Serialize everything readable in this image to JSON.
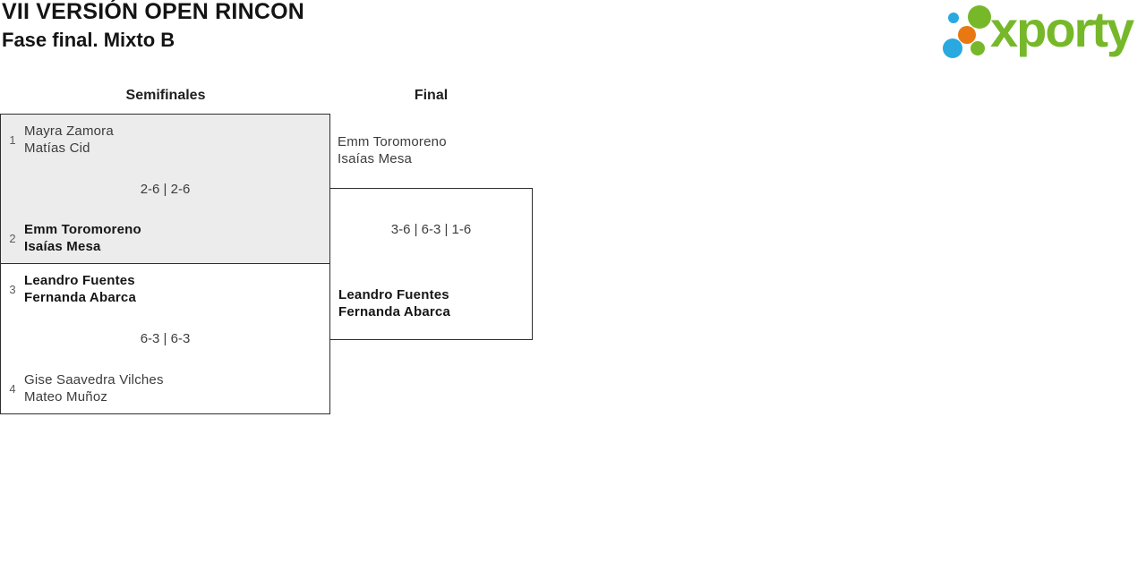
{
  "header": {
    "title": "VII VERSIÓN OPEN RINCON",
    "subtitle": "Fase final. Mixto B"
  },
  "logo": {
    "wordmark": "xporty",
    "dots": [
      "blue-small",
      "green-large",
      "orange",
      "blue-large",
      "green-small"
    ],
    "colors": {
      "green": "#76b82a",
      "blue": "#29a9e0",
      "orange": "#e97712"
    }
  },
  "columns": {
    "semifinals": "Semifinales",
    "final": "Final"
  },
  "bracket": {
    "semifinal1": {
      "seed_top": "1",
      "top": {
        "player1": "Mayra Zamora",
        "player2": "Matías Cid",
        "winner": false
      },
      "score": "2-6 | 2-6",
      "seed_bottom": "2",
      "bottom": {
        "player1": "Emm Toromoreno",
        "player2": "Isaías Mesa",
        "winner": true
      }
    },
    "semifinal2": {
      "seed_top": "3",
      "top": {
        "player1": "Leandro Fuentes",
        "player2": "Fernanda Abarca",
        "winner": true
      },
      "score": "6-3 | 6-3",
      "seed_bottom": "4",
      "bottom": {
        "player1": "Gise Saavedra Vilches",
        "player2": "Mateo Muñoz",
        "winner": false
      }
    },
    "final": {
      "top": {
        "player1": "Emm Toromoreno",
        "player2": "Isaías Mesa",
        "winner": false
      },
      "score": "3-6 | 6-3 | 1-6",
      "bottom": {
        "player1": "Leandro Fuentes",
        "player2": "Fernanda Abarca",
        "winner": true
      }
    }
  },
  "theme": {
    "box_fill_alt": "#ececec",
    "border": "#2e2e2e"
  }
}
